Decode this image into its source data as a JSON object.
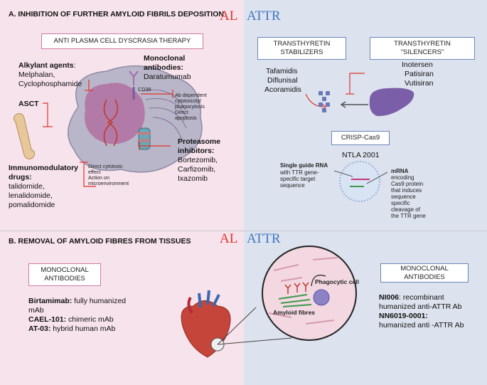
{
  "sectionA": {
    "title": "A. INHIBITION OF FURTHER AMYLOID FIBRILS DEPOSITION",
    "al_tag": "AL",
    "attr_tag": "ATTR"
  },
  "al_top": {
    "therapy_box": "ANTI PLASMA CELL DYSCRASIA THERAPY",
    "alkylant_title": "Alkylant agents",
    "alkylant_colon": ":",
    "alkylant_drugs": [
      "Melphalan,",
      "Cyclophosphamide"
    ],
    "monoclonal_title": [
      "Monoclonal",
      "antibodies:"
    ],
    "monoclonal_drug": "Daratumumab",
    "cd38": "CD38",
    "ab_effects": [
      "Ab dependent",
      "cytotoxicity/",
      "phagocytosis",
      "Direct",
      "apoptosis"
    ],
    "asct": "ASCT",
    "proteasome_title": [
      "Proteasome",
      "inhibitors:"
    ],
    "proteasome_drugs": [
      "Bortezomib,",
      "Carfizomib,",
      "Ixazomib"
    ],
    "immuno_title": [
      "Immunomodulatory",
      "drugs:"
    ],
    "immuno_drugs": [
      "talidomide,",
      "lenalidomide,",
      "pomalidomide"
    ],
    "immuno_effects": [
      "Direct cytotoxic",
      "effect",
      "Action on",
      "microenvironment"
    ]
  },
  "attr_top": {
    "stabilizers_box": [
      "TRANSTHYRETIN",
      "STABILIZERS"
    ],
    "silencers_box": [
      "TRANSTHYRETIN",
      "\"SILENCERS\""
    ],
    "stabilizer_drugs": [
      "Tafamidis",
      "Diflunisal",
      "Acoramidis"
    ],
    "silencer_drugs": [
      "Inotersen",
      "Patisiran",
      "Vutisiran"
    ],
    "crispr_box": "CRISP-Cas9",
    "ntla": "NTLA 2001",
    "guide_rna_title": "Single guide RNA",
    "guide_rna_desc": [
      "with TTR gene-",
      "specific target",
      "sequence"
    ],
    "mrna_title": "mRNA",
    "mrna_desc": [
      "encoding",
      "Cas9 protein",
      "that induces",
      "sequence",
      "specific",
      "cleavage of",
      "the TTR gene"
    ]
  },
  "sectionB": {
    "title": "B. REMOVAL OF AMYLOID FIBRES FROM TISSUES",
    "al_tag": "AL",
    "attr_tag": "ATTR"
  },
  "al_bottom": {
    "box": [
      "MONOCLONAL",
      "ANTIBODIES"
    ],
    "lines": [
      {
        "bold": "Birtamimab:",
        "rest": " fully humanized"
      },
      {
        "bold": "",
        "rest": "mAb"
      },
      {
        "bold": "CAEL-101:",
        "rest": " chimeric mAb"
      },
      {
        "bold": "AT-03:",
        "rest": " hybrid human mAb"
      }
    ]
  },
  "attr_bottom": {
    "box": [
      "MONOCLONAL",
      "ANTIBODIES"
    ],
    "phagocytic": "Phagocytic cell",
    "amyloid": "Amyloid fibres",
    "lines": [
      {
        "bold": "NI006",
        "rest": ": recombinant"
      },
      {
        "bold": "",
        "rest": "humanized anti-ATTR Ab"
      },
      {
        "bold": "NN6019-0001:",
        "rest": ""
      },
      {
        "bold": "",
        "rest": "humanized anti -ATTR Ab"
      }
    ]
  },
  "colors": {
    "al_bg": "#f7e3ec",
    "attr_bg": "#dce2ee",
    "al_box_border": "#d07aa5",
    "attr_box_border": "#6a87b8",
    "red_accent": "#e0352b",
    "blue_accent": "#3f78c2"
  }
}
